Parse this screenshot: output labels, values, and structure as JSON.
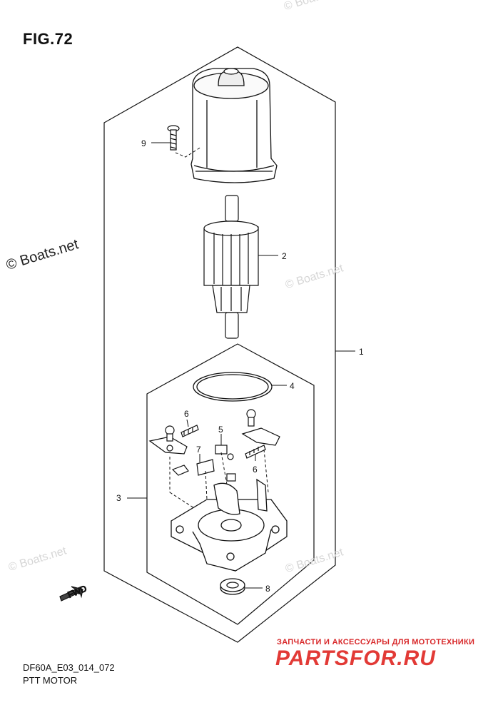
{
  "figure": {
    "title": "FIG.72",
    "code": "DF60A_E03_014_072",
    "subtitle": "PTT MOTOR"
  },
  "callouts": [
    "9",
    "2",
    "1",
    "4",
    "6",
    "5",
    "7",
    "6",
    "3",
    "8"
  ],
  "fwd_label": "FWD",
  "watermarks": {
    "main": "© Boats.net",
    "faint": [
      "© Boats.net",
      "© Boats.net",
      "© Boats.net",
      "© Boats.net"
    ]
  },
  "brand": {
    "tagline": "ЗАПЧАСТИ И АКСЕССУАРЫ ДЛЯ МОТОТЕХНИКИ",
    "logo": "PARTSFOR.RU",
    "color": "#e23a36"
  }
}
